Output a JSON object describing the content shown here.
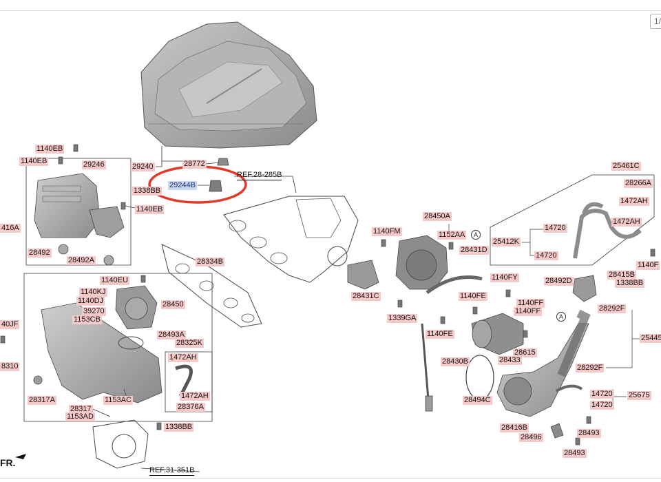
{
  "page_counter": "1/",
  "highlight_color": "#e03a2a",
  "label_color": "#f6c9c9",
  "selected_color": "#c9d9f2",
  "front_marker": "FR.",
  "refs": {
    "ref_28": "REF.28-285B",
    "ref_31": "REF.31-351B"
  },
  "circles": {
    "a_top": "A",
    "a_mid": "A"
  },
  "labels": {
    "l_1140eb_a": "1140EB",
    "l_1140eb_b": "1140EB",
    "l_29246": "29246",
    "l_29240": "29240",
    "l_28772": "28772",
    "l_29244b": "29244B",
    "l_1338bb_a": "1338BB",
    "l_1140eb_c": "1140EB",
    "l_416a": "416A",
    "l_28492": "28492",
    "l_28492a": "28492A",
    "l_28334b": "28334B",
    "l_1140eu": "1140EU",
    "l_1140kj": "1140KJ",
    "l_1140dj": "1140DJ",
    "l_28450": "28450",
    "l_39270": "39270",
    "l_1153cb": "1153CB",
    "l_40jf": "40JF",
    "l_28493a": "28493A",
    "l_28325k": "28325K",
    "l_1472ah_a": "1472AH",
    "l_8310": "8310",
    "l_28317a": "28317A",
    "l_1153ac": "1153AC",
    "l_1472ah_b": "1472AH",
    "l_28376a": "28376A",
    "l_28317": "28317",
    "l_1153ad": "1153AD",
    "l_1338bb_b": "1338BB",
    "l_1140fm": "1140FM",
    "l_28450a": "28450A",
    "l_1152aa": "1152AA",
    "l_28431d": "28431D",
    "l_28431c": "28431C",
    "l_1140fy": "1140FY",
    "l_1140fe_a": "1140FE",
    "l_1140ff_a": "1140FF",
    "l_1140ff_b": "1140FF",
    "l_1339ga": "1339GA",
    "l_1140fe_b": "1140FE",
    "l_28615": "28615",
    "l_28433": "28433",
    "l_28430b": "28430B",
    "l_28494c": "28494C",
    "l_28416b": "28416B",
    "l_28496": "28496",
    "l_28493_a": "28493",
    "l_28493_b": "28493",
    "l_25461c": "25461C",
    "l_28266a": "28266A",
    "l_1472ah_c": "1472AH",
    "l_1472ah_d": "1472AH",
    "l_14720_a": "14720",
    "l_25412k": "25412K",
    "l_14720_b": "14720",
    "l_1140f": "1140F",
    "l_28492d": "28492D",
    "l_28415b": "28415B",
    "l_1338bb_c": "1338BB",
    "l_28292f_a": "28292F",
    "l_2544": "25445",
    "l_28292f_b": "28292F",
    "l_14720_c": "14720",
    "l_25675": "25675",
    "l_14720_d": "14720"
  }
}
